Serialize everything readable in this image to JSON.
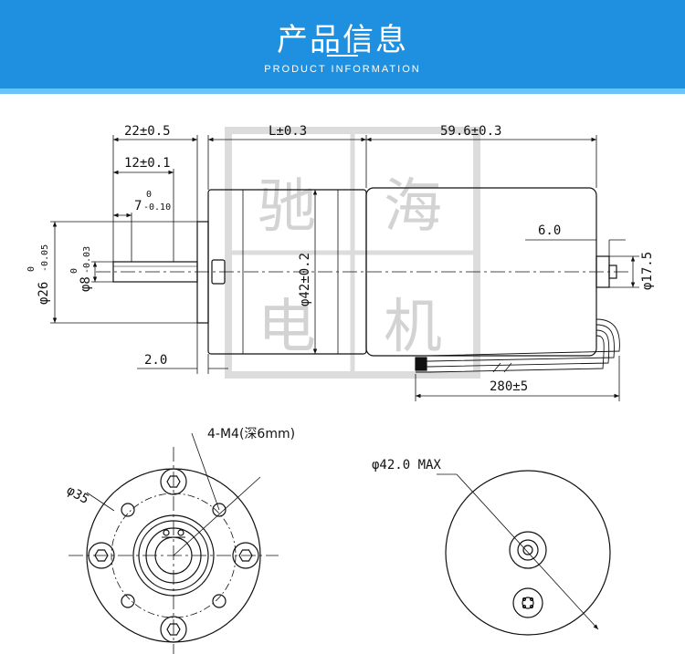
{
  "header": {
    "title": "产品信息",
    "subtitle": "PRODUCT INFORMATION"
  },
  "watermark": [
    "驰",
    "海",
    "电",
    "机"
  ],
  "side_view": {
    "shaft_length": "22±0.5",
    "flat_length": "12±0.1",
    "key_offset_value": "7",
    "key_offset_upper": "0",
    "key_offset_lower": "-0.10",
    "gearbox_length": "L±0.3",
    "motor_length": "59.6±0.3",
    "flange_diameter": "φ26",
    "flange_tol_upper": "0",
    "flange_tol_lower": "-0.05",
    "shaft_diameter": "φ8",
    "shaft_tol_upper": "0",
    "shaft_tol_lower": "-0.03",
    "body_diameter": "φ42±0.2",
    "rear_boss_length": "6.0",
    "rear_boss_diameter": "φ17.5",
    "flange_thickness": "2.0",
    "lead_length": "280±5"
  },
  "front_view": {
    "hole_callout": "4-M4(深6mm)",
    "pcd": "φ35"
  },
  "rear_view": {
    "max_diameter": "φ42.0 MAX"
  }
}
